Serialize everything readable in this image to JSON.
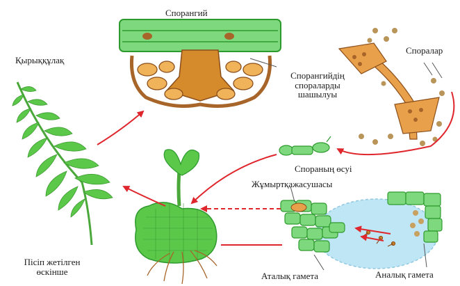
{
  "labels": {
    "sporangium": "Спорангий",
    "fern": "Қырыққұлақ",
    "spores": "Споралар",
    "spore_release_1": "Спорангийдің",
    "spore_release_2": "спораларды",
    "spore_release_3": "шашылуы",
    "spore_growth": "Спораның өсуі",
    "egg_cell": "Жұмыртқажасушасы",
    "mature_sprout_1": "Пісіп жетілген",
    "mature_sprout_2": "өскінше",
    "female_gamete": "Аталық гамета",
    "male_gamete": "Аналық гамета"
  },
  "colors": {
    "green_dark": "#2e9a2e",
    "green_light": "#7ed87e",
    "green_leaf": "#5cc84a",
    "orange": "#d58a2c",
    "orange_light": "#f0b35a",
    "brown": "#a8652a",
    "arrow_red": "#e0262d",
    "water_blue": "#bfe6f5"
  }
}
